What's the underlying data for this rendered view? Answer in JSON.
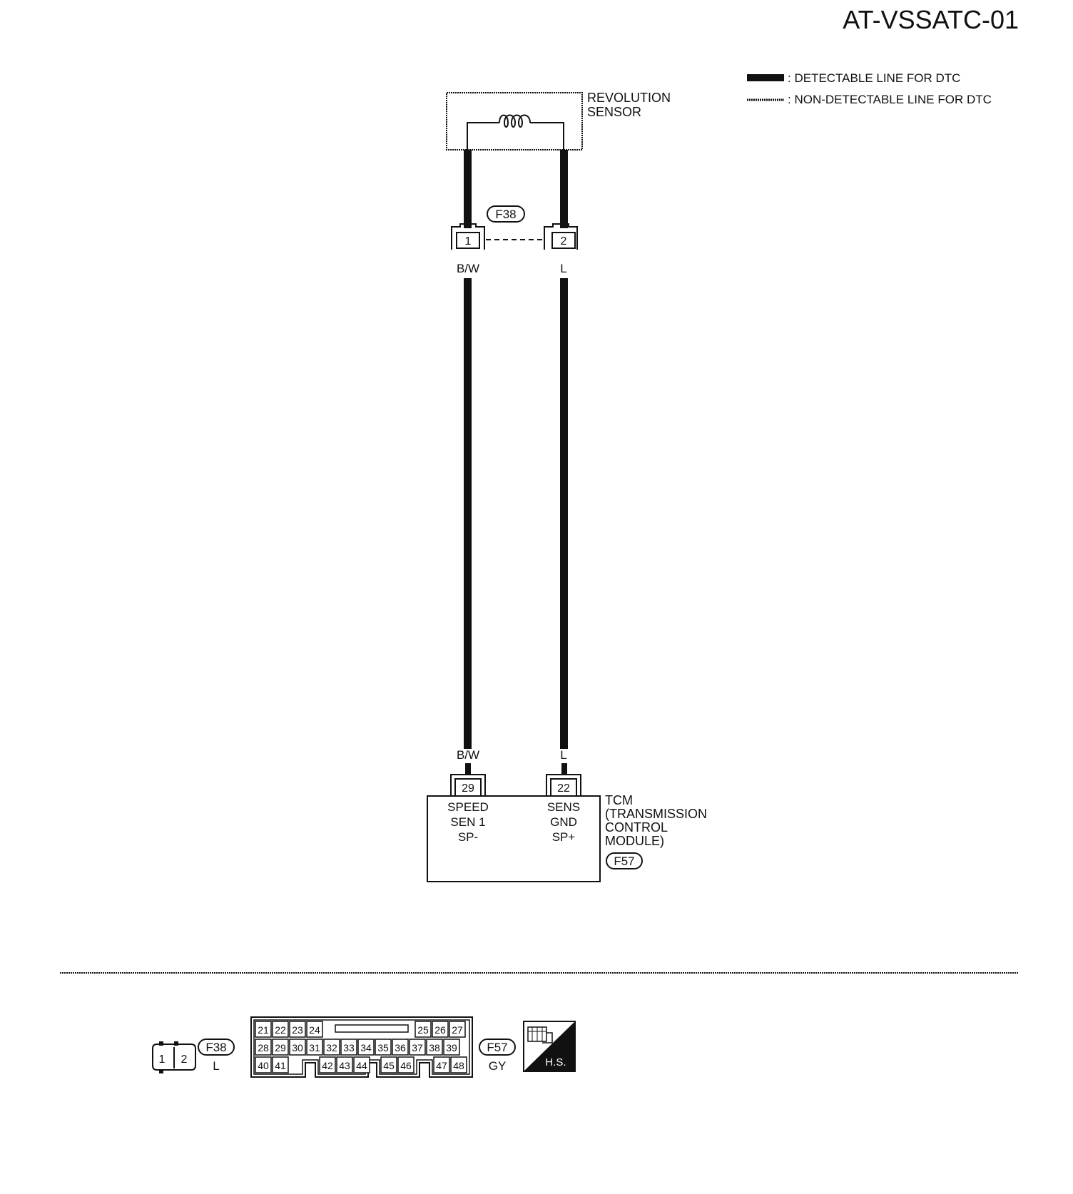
{
  "title": "AT-VSSATC-01",
  "legend": {
    "detectable": ": DETECTABLE LINE FOR DTC",
    "non_detectable": ": NON-DETECTABLE LINE FOR DTC"
  },
  "sensor": {
    "line1": "REVOLUTION",
    "line2": "SENSOR"
  },
  "connector_f38": {
    "id": "F38",
    "pin1": "1",
    "pin2": "2",
    "color": "L"
  },
  "wires": {
    "left_color": "B/W",
    "right_color": "L"
  },
  "tcm": {
    "pin_left": "29",
    "pin_right": "22",
    "left_lines": [
      "SPEED",
      "SEN 1",
      "SP-"
    ],
    "right_lines": [
      "SENS",
      "GND",
      "SP+"
    ],
    "label_lines": [
      "TCM",
      "(TRANSMISSION",
      "CONTROL",
      "MODULE)"
    ],
    "connector_id": "F57"
  },
  "connector_f57": {
    "id": "F57",
    "color": "GY",
    "row1": [
      "21",
      "22",
      "23",
      "24",
      "25",
      "26",
      "27"
    ],
    "row2": [
      "28",
      "29",
      "30",
      "31",
      "32",
      "33",
      "34",
      "35",
      "36",
      "37",
      "38",
      "39"
    ],
    "row3": [
      "40",
      "41",
      "42",
      "43",
      "44",
      "45",
      "46",
      "47",
      "48"
    ]
  },
  "hs_label": "H.S."
}
